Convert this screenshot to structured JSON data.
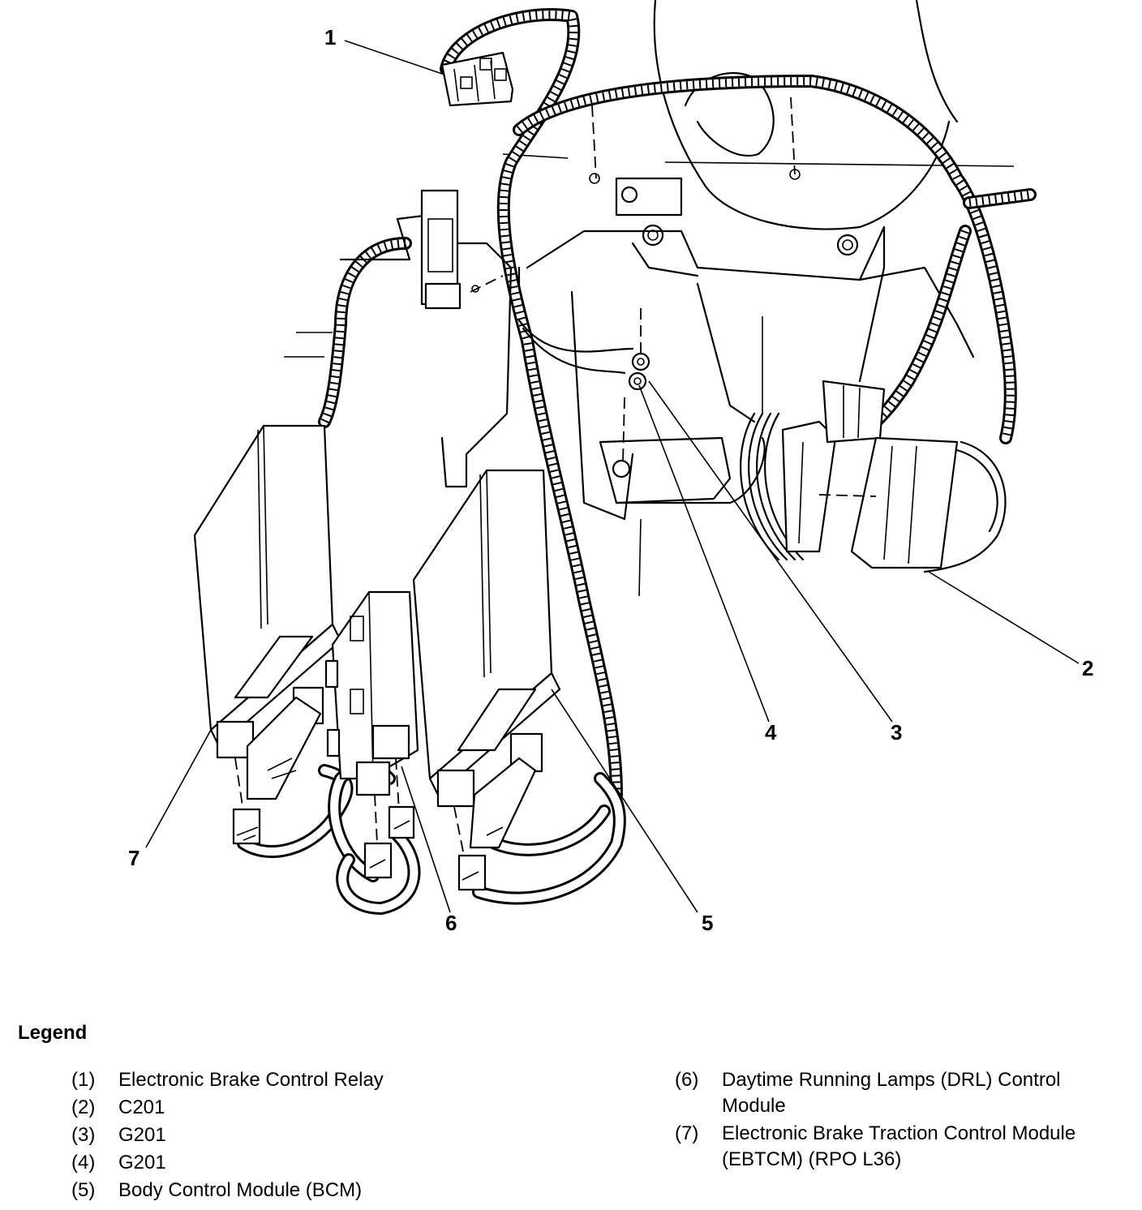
{
  "callouts": [
    "1",
    "2",
    "3",
    "4",
    "5",
    "6",
    "7"
  ],
  "legend": {
    "title": "Legend",
    "items": [
      {
        "num": "(1)",
        "text": "Electronic Brake Control Relay"
      },
      {
        "num": "(2)",
        "text": "C201"
      },
      {
        "num": "(3)",
        "text": "G201"
      },
      {
        "num": "(4)",
        "text": "G201"
      },
      {
        "num": "(5)",
        "text": "Body Control Module (BCM)"
      },
      {
        "num": "(6)",
        "text": "Daytime Running Lamps (DRL) Control Module"
      },
      {
        "num": "(7)",
        "text": "Electronic Brake Traction Control Module (EBTCM) (RPO L36)"
      }
    ]
  }
}
